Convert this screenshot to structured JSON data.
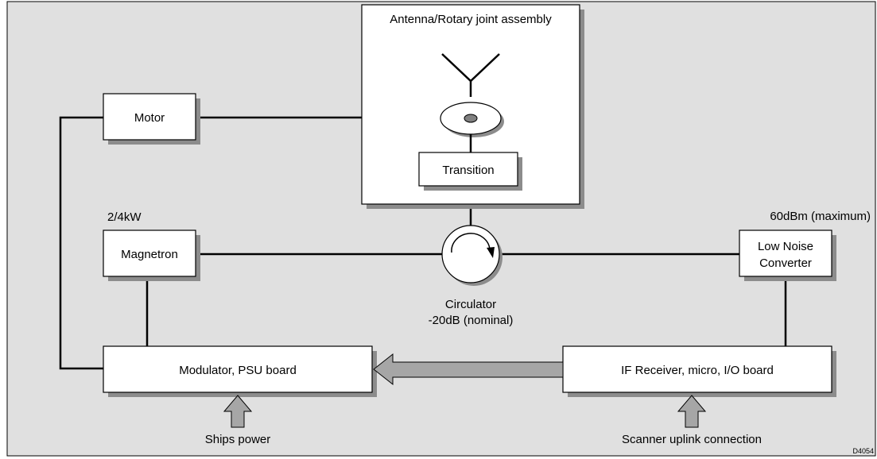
{
  "colors": {
    "background": "#e0e0e0",
    "box_fill": "#ffffff",
    "shadow": "#8c8c8c",
    "arrow_fill": "#a6a6a6",
    "line": "#000000"
  },
  "blocks": {
    "antenna_assembly": "Antenna/Rotary joint assembly",
    "motor": "Motor",
    "transition": "Transition",
    "magnetron": "Magnetron",
    "lnc_line1": "Low Noise",
    "lnc_line2": "Converter",
    "modulator": "Modulator, PSU board",
    "if_receiver": "IF Receiver, micro, I/O board"
  },
  "annotations": {
    "magnetron_power": "2/4kW",
    "lnc_max": "60dBm (maximum)",
    "circulator": "Circulator",
    "circulator_loss": "-20dB (nominal)",
    "ships_power": "Ships power",
    "scanner_uplink": "Scanner uplink connection",
    "drawing_ref": "D4054"
  },
  "icons": [
    "antenna-icon",
    "rotary-joint-icon",
    "circulator-icon",
    "up-arrow-icon",
    "left-arrow-icon"
  ]
}
